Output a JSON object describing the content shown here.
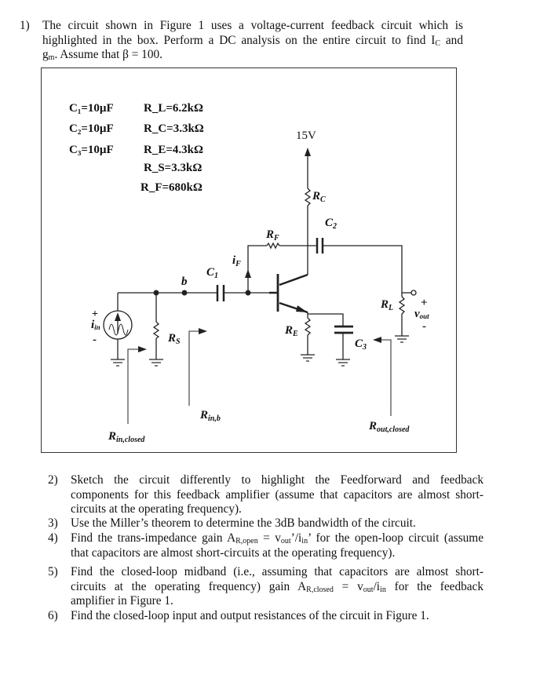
{
  "question1": {
    "number": "1)",
    "lines": [
      "The circuit shown in Figure 1 uses a voltage-current feedback circuit which is",
      "highlighted in the box.  Perform a DC analysis on the entire circuit to find I",
      "g",
      ".  Assume that β = 100."
    ],
    "ic_sub": "C",
    "ic_and": " and",
    "gm_sub": "m"
  },
  "figure": {
    "components": [
      "C₁=10µF",
      "C₂=10µF",
      "C₃=10µF",
      "R_L=6.2kΩ",
      "R_C=3.3kΩ",
      "R_E=4.3kΩ",
      "R_S=3.3kΩ",
      "R_F=680kΩ"
    ],
    "supply": "15V",
    "labels": {
      "rc": "R",
      "rc_sub": "C",
      "c2": "C",
      "c2_sub": "2",
      "rf": "R",
      "rf_sub": "F",
      "if": "i",
      "if_sub": "F",
      "c1": "C",
      "c1_sub": "1",
      "b": "b",
      "rl": "R",
      "rl_sub": "L",
      "plus": "+",
      "vout": "v",
      "vout_sub": "out",
      "minus": "-",
      "iin": "i",
      "iin_sub": "in",
      "iin_plus": "+",
      "iin_minus": "-",
      "rs": "R",
      "rs_sub": "S",
      "re": "R",
      "re_sub": "E",
      "c3": "C",
      "c3_sub": "3",
      "rinb": "R",
      "rinb_sub": "in,b",
      "rinclosed": "R",
      "rinclosed_sub": "in,closed",
      "routclosed": "R",
      "routclosed_sub": "out,closed"
    }
  },
  "questions": [
    {
      "number": "2)",
      "lines": [
        "Sketch the circuit differently to highlight the Feedforward and feedback",
        "components for this feedback amplifier (assume that capacitors are almost short-",
        "circuits at the operating frequency)."
      ]
    },
    {
      "number": "3)",
      "lines": [
        "Use the Miller’s theorem to determine the 3dB bandwidth of the circuit."
      ]
    },
    {
      "number": "4)",
      "pre": "Find the trans-impedance gain A",
      "sub1": "R,open",
      "mid": " = v",
      "sub2": "out",
      "mid2": "’/i",
      "sub3": "in",
      "post": "’ for the open-loop circuit (assume",
      "line2": "that capacitors are almost short-circuits at the operating frequency)."
    },
    {
      "number": "5)",
      "line1": "Find the closed-loop midband (i.e., assuming that capacitors are almost short-",
      "pre": "circuits at the operating frequency) gain A",
      "sub1": "R,closed",
      "mid": " = v",
      "sub2": "out",
      "mid2": "/i",
      "sub3": "in",
      "post": " for the feedback",
      "line3": "amplifier in Figure 1."
    },
    {
      "number": "6)",
      "lines": [
        "Find the closed-loop input and output resistances of the circuit in Figure 1."
      ]
    }
  ]
}
